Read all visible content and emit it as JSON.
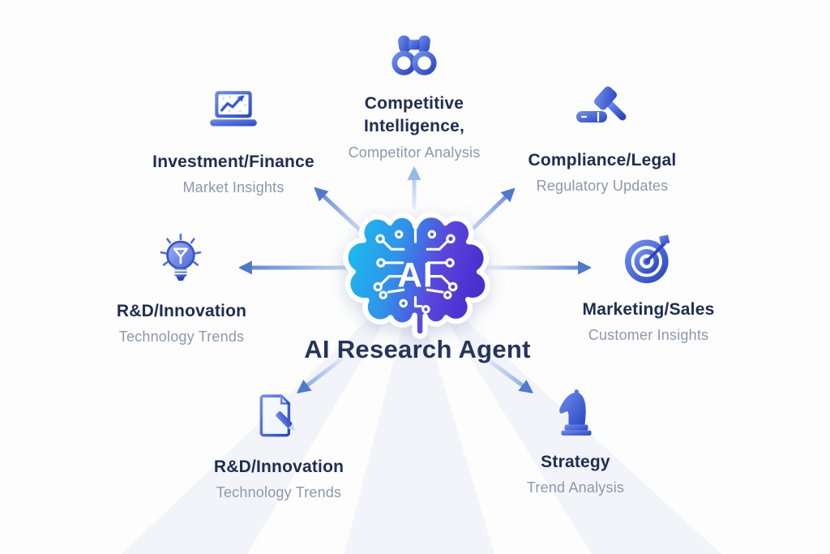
{
  "diagram": {
    "type": "hub-and-spoke",
    "background": "#fdfdfe"
  },
  "center": {
    "label": "AI",
    "title": "AI Research Agent",
    "icon": "ai-circuit-brain-icon",
    "gradient_from": "#17c4ee",
    "gradient_mid": "#3f7ae8",
    "gradient_to": "#5430d2"
  },
  "nodes": [
    {
      "id": "investment-finance",
      "icon": "laptop-chart-icon",
      "title": "Investment/Finance",
      "subtitle": "Market Insights"
    },
    {
      "id": "competitive-intelligence",
      "icon": "binoculars-icon",
      "title": "Competitive Intelligence,",
      "subtitle": "Competitor Analysis"
    },
    {
      "id": "compliance-legal",
      "icon": "gavel-icon",
      "title": "Compliance/Legal",
      "subtitle": "Regulatory Updates"
    },
    {
      "id": "rd-innovation-left",
      "icon": "lightbulb-icon",
      "title": "R&D/Innovation",
      "subtitle": "Technology Trends"
    },
    {
      "id": "marketing-sales",
      "icon": "target-dart-icon",
      "title": "Marketing/Sales",
      "subtitle": "Customer Insights"
    },
    {
      "id": "rd-innovation-bottom",
      "icon": "document-pencil-icon",
      "title": "R&D/Innovation",
      "subtitle": "Technology Trends"
    },
    {
      "id": "strategy",
      "icon": "chess-knight-icon",
      "title": "Strategy",
      "subtitle": "Trend Analysis"
    }
  ],
  "arrows": [
    {
      "from": "center",
      "to": "investment-finance",
      "direction": "up-left"
    },
    {
      "from": "center",
      "to": "competitive-intelligence",
      "direction": "up"
    },
    {
      "from": "center",
      "to": "compliance-legal",
      "direction": "up-right"
    },
    {
      "from": "center",
      "to": "rd-innovation-left",
      "direction": "left"
    },
    {
      "from": "center",
      "to": "marketing-sales",
      "direction": "right"
    },
    {
      "from": "center",
      "to": "rd-innovation-bottom",
      "direction": "down-left"
    },
    {
      "from": "center",
      "to": "strategy",
      "direction": "down-right"
    }
  ],
  "colors": {
    "icon_blue": "#3b5ad6",
    "icon_blue_dark": "#2b46c2",
    "icon_blue_light": "#7090ee",
    "title_text": "#202d52",
    "subtitle_text": "#8d98ab",
    "arrow_head": "#5b82d8",
    "arrow_tail": "#e3ebf8",
    "ray_gray": "#edf0f6"
  }
}
